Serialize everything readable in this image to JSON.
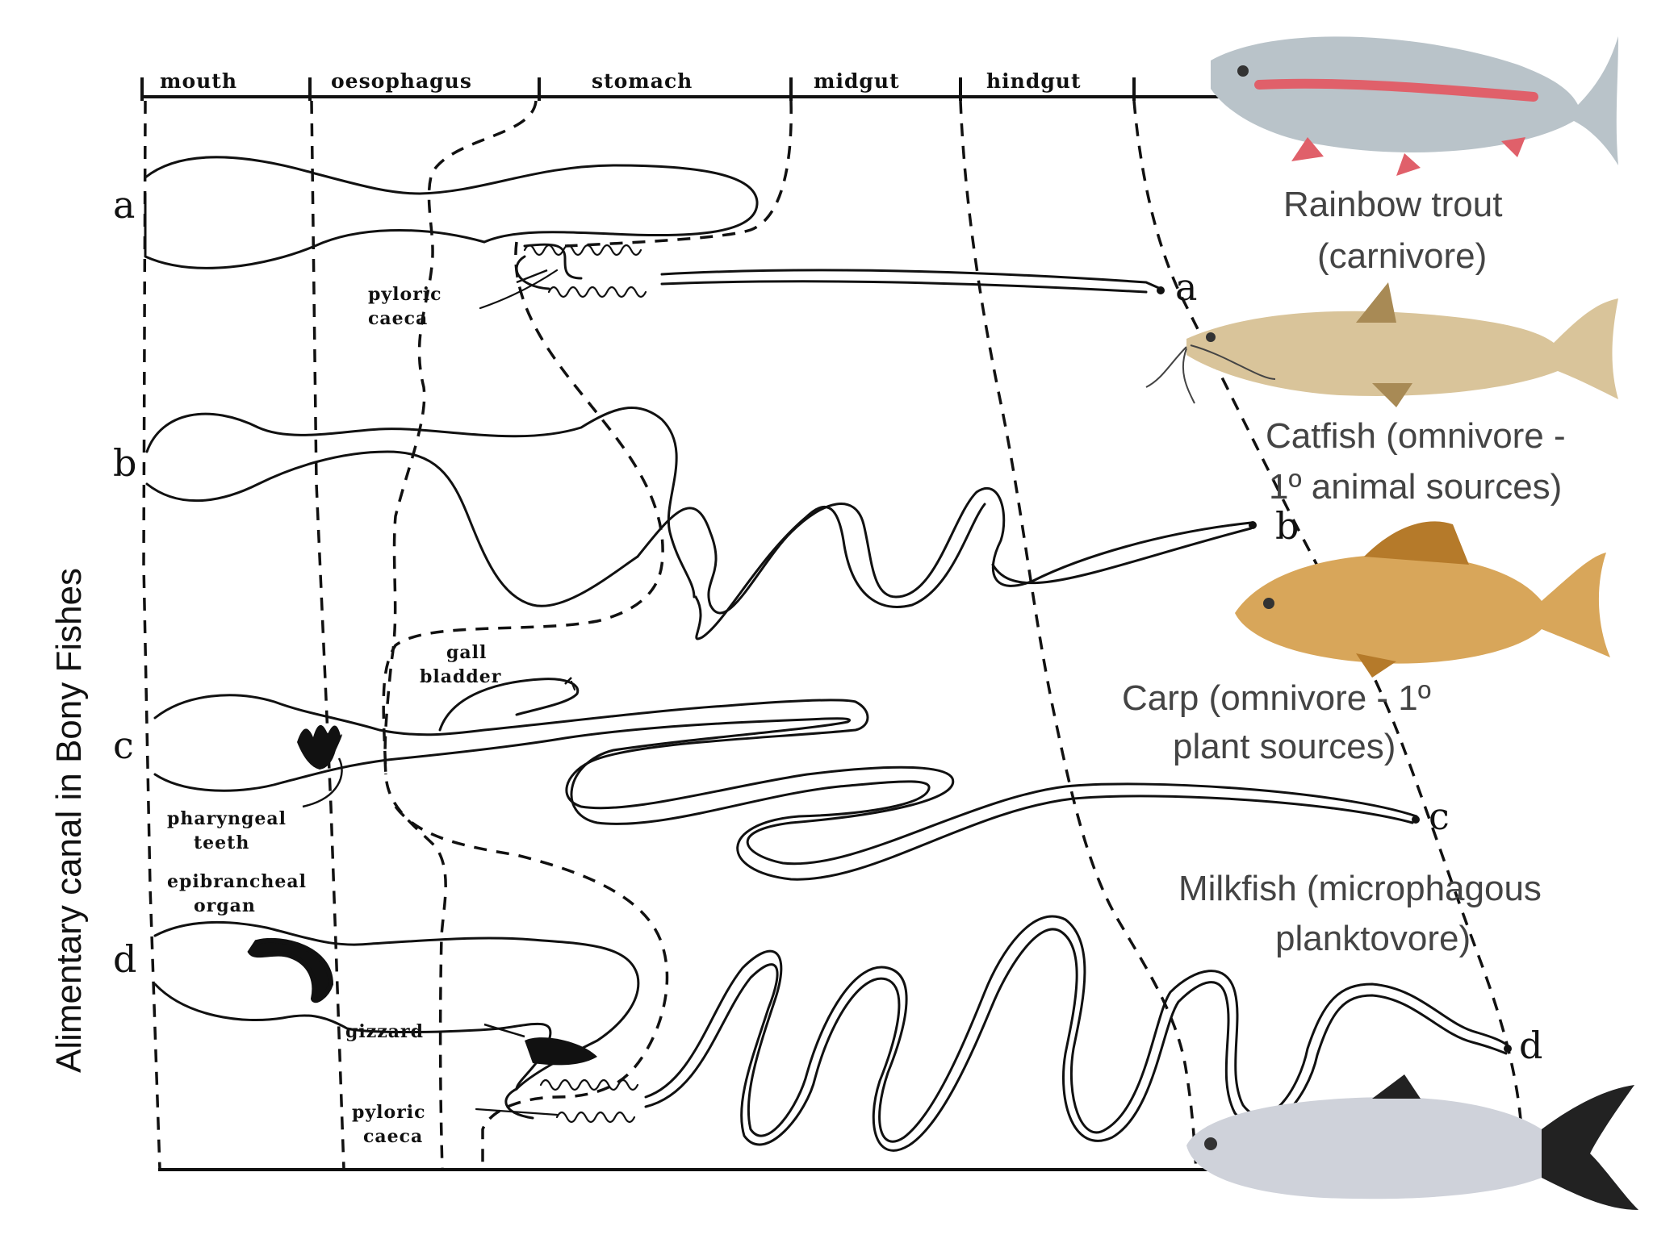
{
  "side_title": "Alimentary canal in Bony Fishes",
  "segments": [
    "mouth",
    "oesophagus",
    "stomach",
    "midgut",
    "hindgut"
  ],
  "row_letters": [
    "a",
    "b",
    "c",
    "d"
  ],
  "annotations": {
    "pyloric_caeca_a": [
      "pyloric",
      "caeca"
    ],
    "gall_bladder": [
      "gall",
      "bladder"
    ],
    "pharyngeal_teeth": [
      "pharyngeal",
      "teeth"
    ],
    "epibrancheal_organ": [
      "epibrancheal",
      "organ"
    ],
    "gizzard": "gizzard",
    "pyloric_caeca_d": [
      "pyloric",
      "caeca"
    ]
  },
  "fish": [
    {
      "caption": [
        "Rainbow trout",
        "(carnivore)"
      ],
      "color": "#b9c3c9",
      "accent": "#e0606a"
    },
    {
      "caption": [
        "Catfish (omnivore -",
        "1º animal sources)"
      ],
      "color": "#d9c49a",
      "accent": "#a88a55"
    },
    {
      "caption": [
        "Carp (omnivore - 1º",
        "plant sources)"
      ],
      "color": "#d8a65a",
      "accent": "#b57a2a"
    },
    {
      "caption": [
        "Milkfish (microphagous",
        "planktovore)"
      ],
      "color": "#cfd2da",
      "accent": "#222222"
    }
  ]
}
